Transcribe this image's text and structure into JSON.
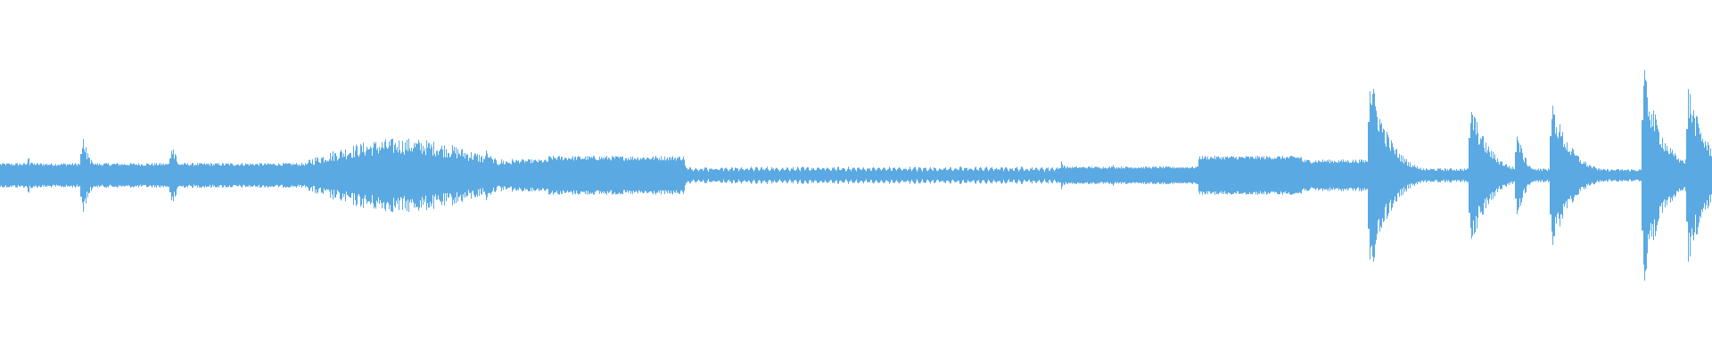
{
  "waveform": {
    "color": "#5aa9e3",
    "background": "#ffffff",
    "segments": [
      {
        "from": 0.0,
        "to": 0.18,
        "amp": 0.035,
        "texture": "steady"
      },
      {
        "from": 0.18,
        "to": 0.3,
        "amp": 0.105,
        "texture": "dense-swell"
      },
      {
        "from": 0.3,
        "to": 0.32,
        "amp": 0.045,
        "texture": "steady"
      },
      {
        "from": 0.32,
        "to": 0.4,
        "amp": 0.055,
        "texture": "steady"
      },
      {
        "from": 0.4,
        "to": 0.62,
        "amp": 0.025,
        "texture": "pulsed"
      },
      {
        "from": 0.62,
        "to": 0.7,
        "amp": 0.025,
        "texture": "steady"
      },
      {
        "from": 0.7,
        "to": 0.76,
        "amp": 0.055,
        "texture": "blocky"
      },
      {
        "from": 0.76,
        "to": 0.8,
        "amp": 0.045,
        "texture": "steady"
      },
      {
        "from": 0.8,
        "to": 0.86,
        "amp": 0.02,
        "texture": "decay"
      },
      {
        "from": 0.86,
        "to": 0.905,
        "amp": 0.02,
        "texture": "decay"
      },
      {
        "from": 0.905,
        "to": 0.96,
        "amp": 0.018,
        "texture": "decay"
      },
      {
        "from": 0.96,
        "to": 1.0,
        "amp": 0.05,
        "texture": "decay"
      }
    ],
    "transients": [
      {
        "at": 0.016,
        "amp": 0.055
      },
      {
        "at": 0.048,
        "amp": 0.12
      },
      {
        "at": 0.1,
        "amp": 0.095
      },
      {
        "at": 0.284,
        "amp": 0.09
      },
      {
        "at": 0.4,
        "amp": 0.03
      },
      {
        "at": 0.62,
        "amp": 0.04
      },
      {
        "at": 0.65,
        "amp": 0.03
      },
      {
        "at": 0.7,
        "amp": 0.05
      },
      {
        "at": 0.76,
        "amp": 0.06
      },
      {
        "at": 0.8,
        "amp": 0.3
      },
      {
        "at": 0.859,
        "amp": 0.21
      },
      {
        "at": 0.886,
        "amp": 0.13
      },
      {
        "at": 0.906,
        "amp": 0.22
      },
      {
        "at": 0.96,
        "amp": 0.31
      },
      {
        "at": 0.986,
        "amp": 0.26
      }
    ]
  }
}
